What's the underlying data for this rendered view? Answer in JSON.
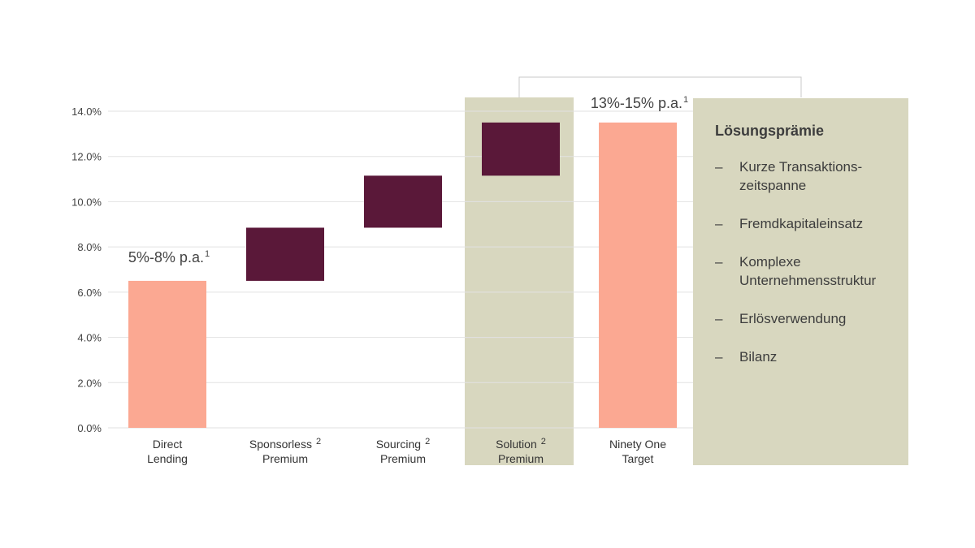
{
  "chart_data": {
    "type": "bar",
    "subtype": "waterfall",
    "categories": [
      {
        "line1": "Direct",
        "line2": "Lending",
        "sup": ""
      },
      {
        "line1": "Sponsorless",
        "line2": "Premium",
        "sup": "2"
      },
      {
        "line1": "Sourcing",
        "line2": "Premium",
        "sup": "2"
      },
      {
        "line1": "Solution",
        "line2": "Premium",
        "sup": "2"
      },
      {
        "line1": "Ninety One",
        "line2": "Target",
        "sup": ""
      }
    ],
    "bars": [
      {
        "base": 0.0,
        "top": 6.5,
        "kind": "total"
      },
      {
        "base": 6.5,
        "top": 8.85,
        "kind": "increment"
      },
      {
        "base": 8.85,
        "top": 11.15,
        "kind": "increment"
      },
      {
        "base": 11.15,
        "top": 13.5,
        "kind": "increment"
      },
      {
        "base": 0.0,
        "top": 13.5,
        "kind": "total"
      }
    ],
    "ylim": [
      0,
      14
    ],
    "yticks": [
      "0.0%",
      "2.0%",
      "4.0%",
      "6.0%",
      "8.0%",
      "10.0%",
      "12.0%",
      "14.0%"
    ],
    "grid": true,
    "highlighted_category": 3,
    "annotations": [
      {
        "text": "5%-8% p.a.",
        "sup": "1",
        "category": 0
      },
      {
        "text": "13%-15% p.a.",
        "sup": "1",
        "category": 4
      }
    ],
    "colors": {
      "total": "#fba892",
      "increment": "#5a1839",
      "highlight_bg": "#d8d7bf",
      "grid": "#e2e2e2",
      "bracket": "#c8c8c8"
    }
  },
  "side_panel": {
    "title": "Lösungsprämie",
    "dash": "–",
    "items": [
      "Kurze Transaktions-\nzeitspanne",
      "Fremdkapitaleinsatz",
      "Komplexe\nUnternehmensstruktur",
      "Erlösverwendung",
      "Bilanz"
    ]
  }
}
